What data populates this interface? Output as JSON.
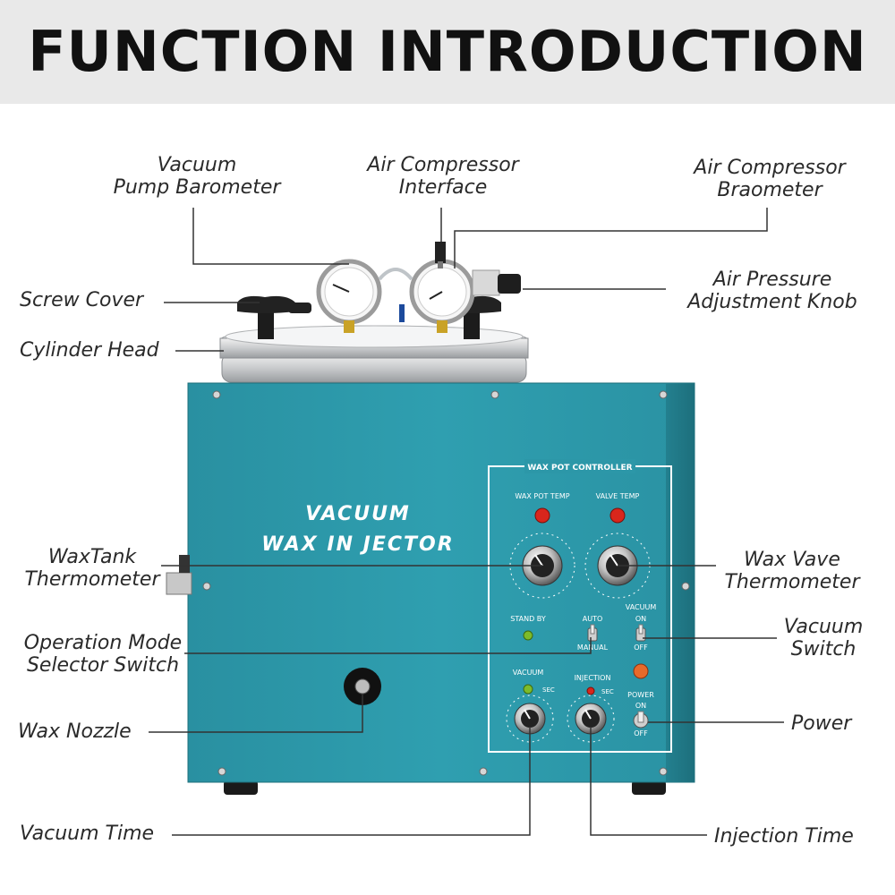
{
  "header": {
    "title": "FUNCTION INTRODUCTION"
  },
  "machine": {
    "lettering_line1": "VACUUM",
    "lettering_line2": "WAX IN JECTOR"
  },
  "panel": {
    "title": "WAX POT CONTROLLER",
    "wax_pot_temp": "WAX POT TEMP",
    "valve_temp": "VALVE TEMP",
    "stand_by": "STAND BY",
    "auto": "AUTO",
    "manual": "MANUAL",
    "vacuum": "VACUUM",
    "on": "ON",
    "off": "OFF",
    "vacuum_timer": "VACUUM",
    "injection_timer": "INJECTION",
    "sec": "SEC",
    "power": "POWER"
  },
  "callouts": {
    "vacuum_pump_barometer": [
      "Vacuum",
      "Pump Barometer"
    ],
    "air_compressor_interface": [
      "Air Compressor",
      "Interface"
    ],
    "air_compressor_braometer": [
      "Air Compressor",
      "Braometer"
    ],
    "screw_cover": "Screw Cover",
    "air_pressure_adjustment_knob": [
      "Air Pressure",
      "Adjustment Knob"
    ],
    "cylinder_head": "Cylinder Head",
    "waxtank_thermometer": [
      "WaxTank",
      "Thermometer"
    ],
    "wax_vave_thermometer": [
      "Wax Vave",
      "Thermometer"
    ],
    "operation_mode_selector_switch": [
      "Operation Mode",
      "Selector Switch"
    ],
    "vacuum_switch": [
      "Vacuum",
      "Switch"
    ],
    "wax_nozzle": "Wax Nozzle",
    "power": "Power",
    "vacuum_time": "Vacuum Time",
    "injection_time": "Injection Time"
  },
  "colors": {
    "machine_body": "#2b97a8",
    "panel_line": "#ffffff",
    "header_band": "#e9e9e9",
    "indicator_red": "#d8261c",
    "indicator_green": "#7dbb2a"
  }
}
